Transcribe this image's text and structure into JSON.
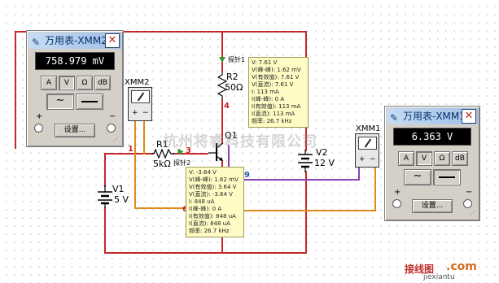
{
  "multimeter_xmm2": {
    "title": "万用表-XMM2",
    "display": "758.979 mV",
    "buttons": [
      "A",
      "V",
      "Ω",
      "dB"
    ],
    "setting_label": "设置..."
  },
  "multimeter_xmm1": {
    "title": "万用表-XMM1",
    "display": "6.363 V",
    "buttons": [
      "A",
      "V",
      "Ω",
      "dB"
    ],
    "setting_label": "设置..."
  },
  "symbols": {
    "xmm2_label": "XMM2",
    "xmm1_label": "XMM1"
  },
  "components": {
    "r1_name": "R1",
    "r1_value": "5kΩ",
    "r2_name": "R2",
    "r2_value": "50Ω",
    "v1_name": "V1",
    "v1_value": "5 V",
    "v2_name": "V2",
    "v2_value": "12 V",
    "q1": "Q1"
  },
  "nodes": {
    "n1": "1",
    "n3": "3",
    "n4": "4",
    "n9": "9",
    "n6": "6"
  },
  "probes": {
    "probe1_label": "探针1",
    "probe1_lines": [
      "V: 7.61 V",
      "V(峰-峰): 1.62 mV",
      "V(有效值): 7.61 V",
      "V(直流): 7.61 V",
      "I: 113 mA",
      "I(峰-峰): 0 A",
      "I(有效值): 113 mA",
      "I(直流): 113 mA",
      "频率: 26.7 kHz"
    ],
    "probe2_label": "探针2",
    "probe2_lines": [
      "V: -3.64 V",
      "V(峰-峰): 1.62 mV",
      "V(有效值): 3.64 V",
      "V(直流): -3.64 V",
      "I: 848 uA",
      "I(峰-峰): 0 A",
      "I(有效值): 848 uA",
      "I(直流): 848 uA",
      "频率: 26.7 kHz"
    ]
  },
  "watermark": "杭州将睿科技有限公司",
  "logo": {
    "part1": "接线图",
    "part2": ".com",
    "sub": "jiexiantu"
  },
  "colors": {
    "wire_red": "#c62828",
    "wire_orange": "#e08a1a",
    "wire_purple": "#8a3fb0",
    "probe_bg": "#fffbc4",
    "display_bg": "#000000",
    "titlebar": "#9ebfe6"
  }
}
